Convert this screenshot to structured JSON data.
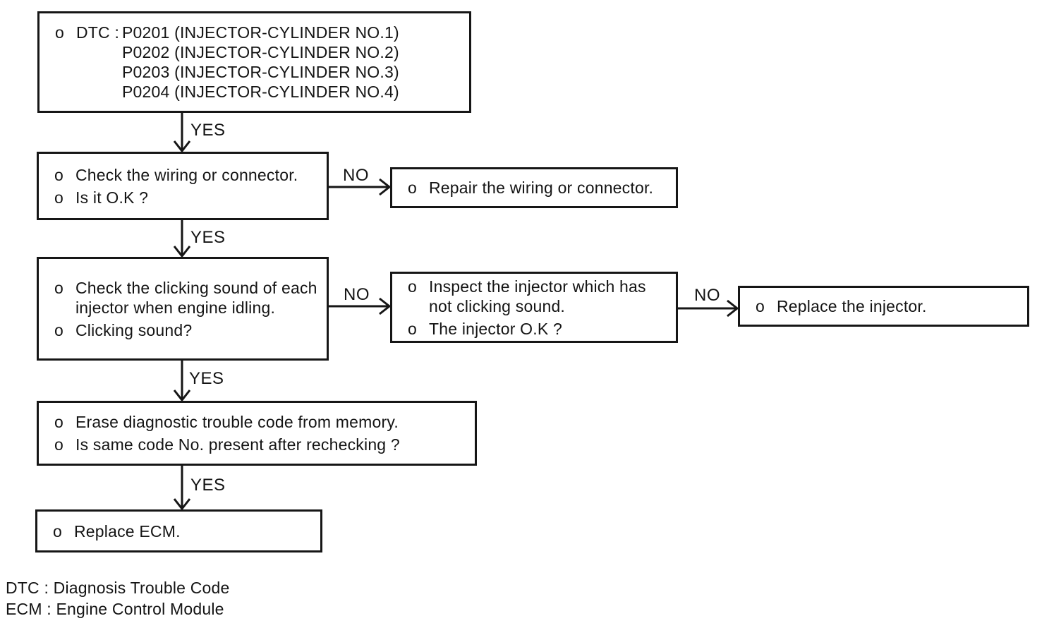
{
  "labels": {
    "yes": "YES",
    "no": "NO",
    "bullet": "o"
  },
  "boxes": {
    "dtc": {
      "prefix": "DTC :",
      "codes": [
        "P0201 (INJECTOR-CYLINDER NO.1)",
        "P0202 (INJECTOR-CYLINDER NO.2)",
        "P0203 (INJECTOR-CYLINDER NO.3)",
        "P0204 (INJECTOR-CYLINDER NO.4)"
      ]
    },
    "check_wiring": {
      "items": [
        "Check the wiring or connector.",
        "Is it O.K ?"
      ]
    },
    "repair_wiring": {
      "items": [
        "Repair the wiring or connector."
      ]
    },
    "check_clicking": {
      "items": [
        "Check the clicking sound of each injector when engine idling.",
        "Clicking sound?"
      ]
    },
    "inspect_injector": {
      "items": [
        "Inspect the injector which has not clicking sound.",
        "The injector O.K ?"
      ]
    },
    "replace_injector": {
      "items": [
        "Replace the injector."
      ]
    },
    "erase_code": {
      "items": [
        "Erase diagnostic trouble code from memory.",
        "Is same code No. present after rechecking ?"
      ]
    },
    "replace_ecm": {
      "items": [
        "Replace ECM."
      ]
    }
  },
  "footnotes": [
    "DTC : Diagnosis Trouble Code",
    "ECM : Engine Control Module"
  ],
  "colors": {
    "ink": "#161616",
    "background": "#ffffff"
  }
}
